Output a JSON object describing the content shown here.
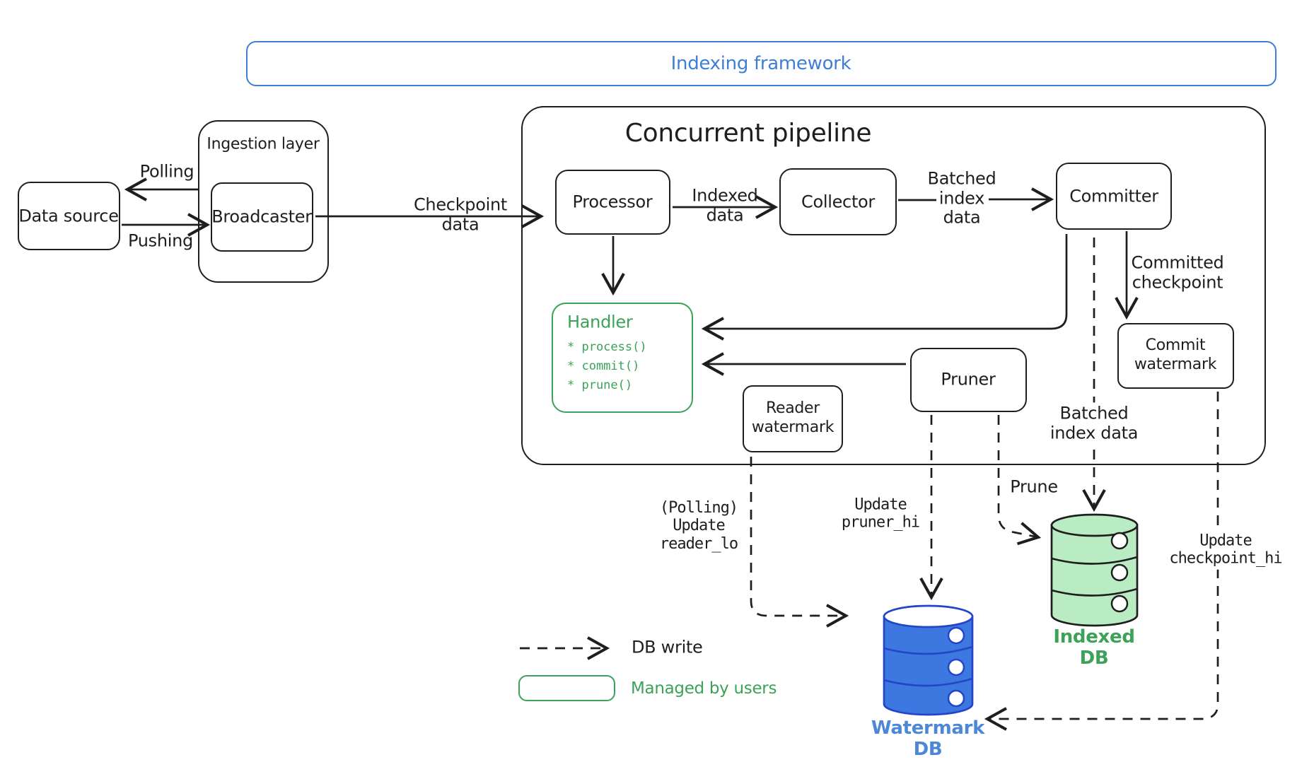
{
  "banner": {
    "label": "Indexing framework"
  },
  "external": {
    "data_source": {
      "label": "Data source"
    },
    "ingestion_layer": {
      "label": "Ingestion layer"
    },
    "broadcaster": {
      "label": "Broadcaster"
    }
  },
  "pipeline": {
    "title": "Concurrent pipeline",
    "processor": {
      "label": "Processor"
    },
    "collector": {
      "label": "Collector"
    },
    "committer": {
      "label": "Committer"
    },
    "handler": {
      "title": "Handler",
      "methods": [
        "* process()",
        "* commit()",
        "* prune()"
      ]
    },
    "reader_watermark": {
      "label": "Reader\nwatermark"
    },
    "pruner": {
      "label": "Pruner"
    },
    "commit_watermark": {
      "label": "Commit\nwatermark"
    }
  },
  "edges": {
    "polling": "Polling",
    "pushing": "Pushing",
    "checkpoint_data": "Checkpoint\ndata",
    "indexed_data": "Indexed\ndata",
    "batched_index_data": "Batched\nindex\ndata",
    "committed_checkpoint": "Committed\ncheckpoint",
    "batched_index_data_to_db": "Batched\nindex data",
    "prune": "Prune",
    "update_pruner_hi": "Update\npruner_hi",
    "polling_update_reader_lo": "(Polling)\nUpdate\nreader_lo",
    "update_checkpoint_hi": "Update\ncheckpoint_hi"
  },
  "databases": {
    "watermark_db": {
      "label": "Watermark\nDB"
    },
    "indexed_db": {
      "label": "Indexed\nDB"
    }
  },
  "legend": {
    "db_write": "DB write",
    "managed_by_users": "Managed by users"
  },
  "colors": {
    "ink": "#1e1e1e",
    "framework_blue": "#3f7ed6",
    "db_blue_fill": "#3d77e0",
    "db_blue_stroke": "#2545c8",
    "db_blue_label": "#4d87d8",
    "user_green": "#3ba258",
    "db_green_fill": "#b9ecc3"
  }
}
